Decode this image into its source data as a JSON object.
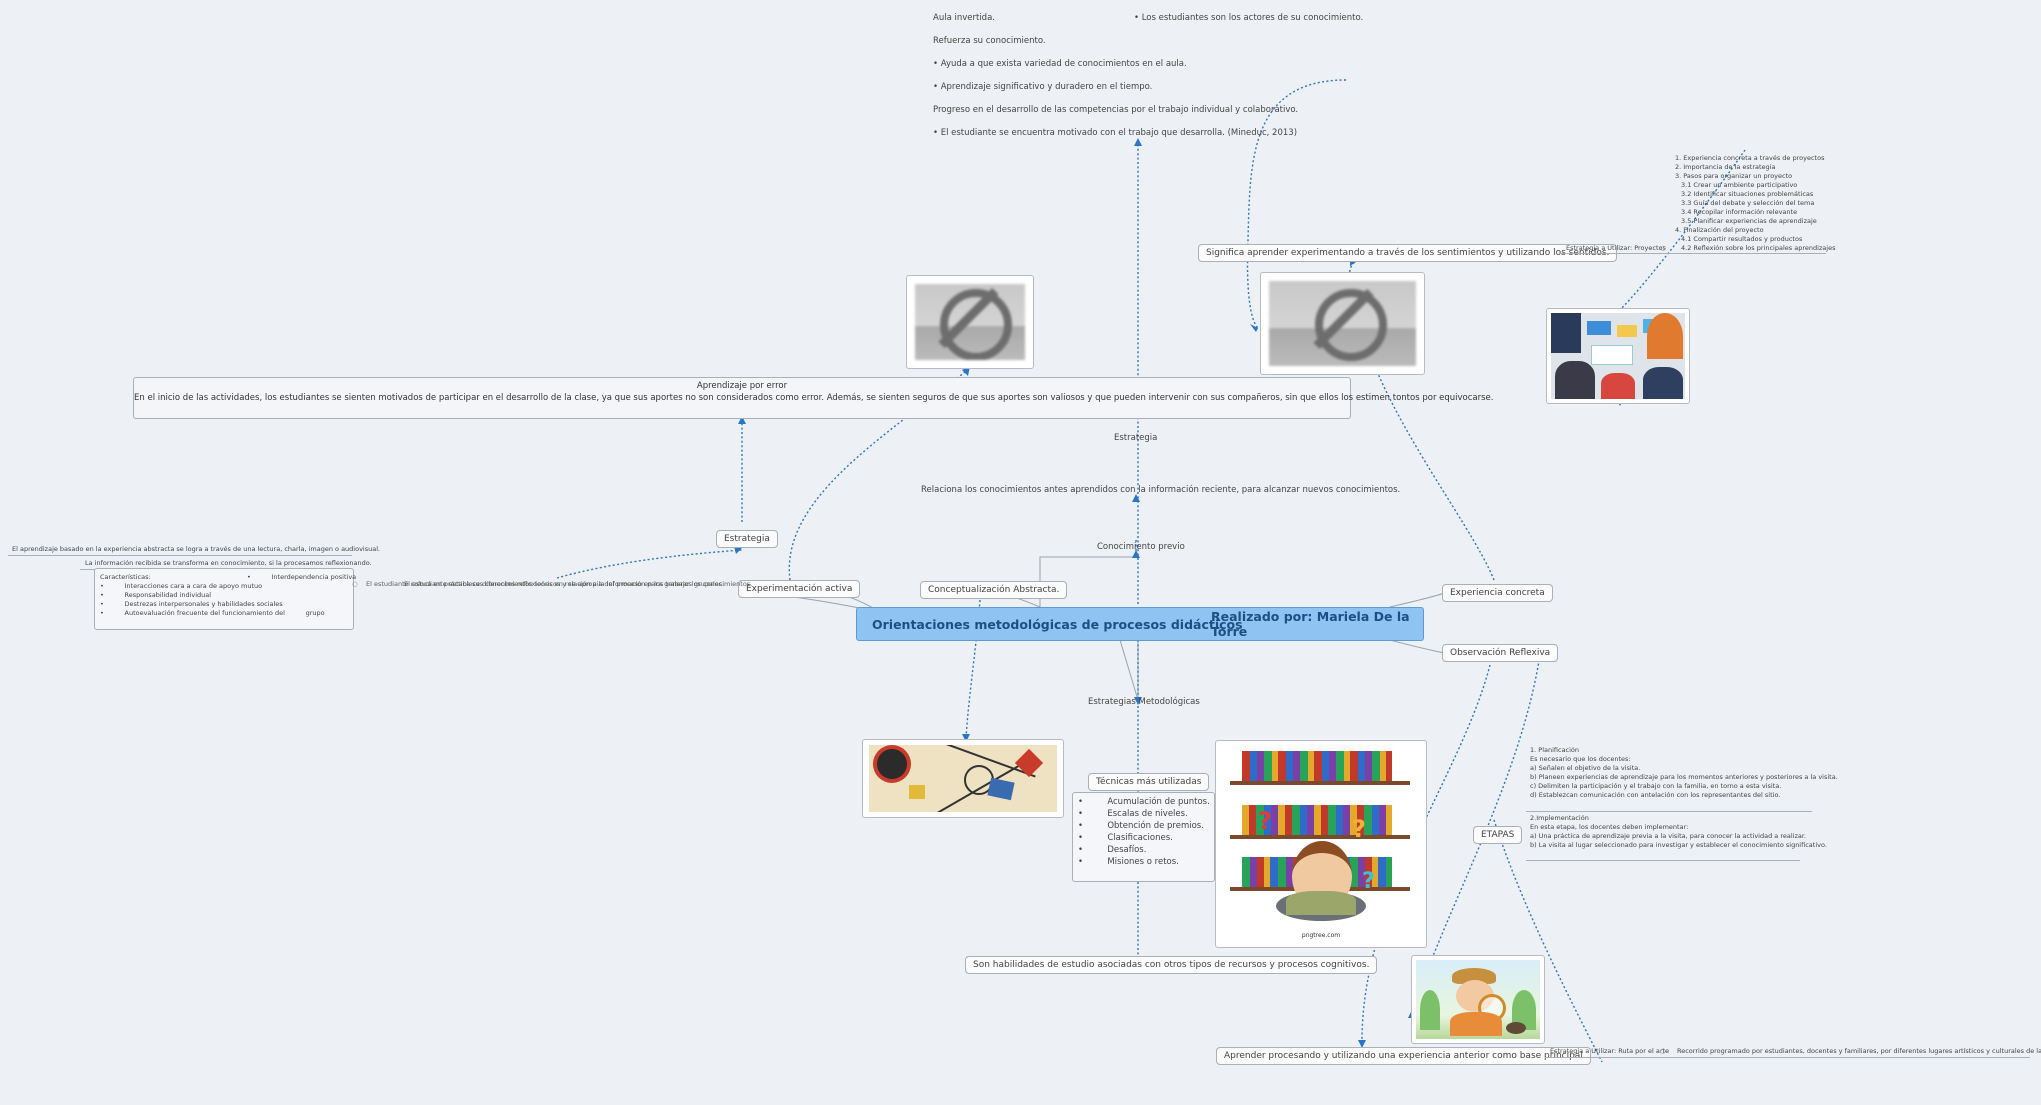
{
  "central": {
    "title": "Orientaciones metodológicas de procesos didácticos",
    "author": "Realizado por: Mariela De la Torre"
  },
  "aula": {
    "line1": "Aula invertida.",
    "line1b": "• Los estudiantes son los actores de su conocimiento.",
    "line2": "Refuerza su conocimiento.",
    "line3": "• Ayuda a que exista variedad de conocimientos en el aula.",
    "line4": "• Aprendizaje significativo y duradero en el tiempo.",
    "line5": "Progreso en el desarrollo de las competencias por el trabajo individual y colaborativo.",
    "line6": "• El estudiante se encuentra motivado con el trabajo que desarrolla. (Mineduc, 2013)"
  },
  "top_branch": {
    "estrategia": "Estrategia",
    "relaciona": "Relaciona los conocimientos antes aprendidos con la información reciente, para alcanzar nuevos conocimientos.",
    "conocimiento_previo": "Conocimiento previo"
  },
  "error_box": {
    "title": "Aprendizaje por error",
    "body": "En el inicio de las actividades, los estudiantes se sienten motivados de participar en el desarrollo de la clase, ya que sus aportes no son considerados como error. Además, se sienten seguros de que sus aportes son valiosos y que pueden intervenir con sus compañeros, sin que ellos los estimen tontos por equivocarse."
  },
  "left_branch": {
    "experimentacion": "Experimentación activa",
    "estrategia": "Estrategia",
    "conceptualizacion": "Conceptualización Abstracta.",
    "abstracta_text": "El aprendizaje basado en la experiencia abstracta se logra a través de una lectura, charla, imagen o audiovisual.",
    "informacion_text": "La información recibida se transforma en conocimiento, si la procesamos reflexionando.",
    "caracteristicas": "Características:",
    "interdependencia": "Interdependencia positiva",
    "bullets": [
      "Interacciones cara a cara de apoyo mutuo",
      "Responsabilidad individual",
      "Destrezas interpersonales y habilidades sociales",
      "Autoevaluación frecuente del funcionamiento del"
    ],
    "grupo": "grupo",
    "overlap_a": "El estudiante coloca en práctica sus conocimientos teóricos y se apropia del proceso en los trabajos grupales.",
    "overlap_b": "El estudiante establece diferentes reflexiones en relación a la información para generar los conocimientos."
  },
  "bottom_branch": {
    "estrategias": "Estrategias Metodológicas",
    "tecnicas": "Técnicas más utilizadas",
    "items": [
      "Acumulación de puntos.",
      "Escalas de niveles.",
      "Obtención de premios.",
      "Clasificaciones.",
      "Desafíos.",
      "Misiones o retos."
    ],
    "habilidades": "Son habilidades de estudio asociadas con otros tipos de recursos y procesos cognitivos.",
    "pngtree": "pngtree.com"
  },
  "right_branch": {
    "experiencia": "Experiencia concreta",
    "significa": "Significa aprender experimentando a través de los sentimientos y utilizando los sentidos.",
    "estrategia_proyectos": "Estrategia a Utilizar: Proyectos",
    "proyectos_list": [
      "1. Experiencia concreta a través de proyectos",
      "2. Importancia de la estrategia",
      "3. Pasos para organizar un proyecto",
      "3.1 Crear un ambiente participativo",
      "3.2 Identificar situaciones problemáticas",
      "3.3 Guía del debate y selección del tema",
      "3.4 Recopilar información relevante",
      "3.5 Planificar experiencias de aprendizaje",
      "4. Finalización del proyecto",
      "4.1 Compartir resultados y productos",
      "4.2 Reflexión sobre los principales aprendizajes"
    ],
    "observacion": "Observación Reflexiva",
    "etapas": "ETAPAS",
    "planificacion": [
      "1.          Planificación",
      "Es necesario que los docentes:",
      "a) Señalen el objetivo de la visita.",
      "b) Planeen experiencias de aprendizaje para los momentos anteriores y posteriores a la visita.",
      "c) Delimiten la participación y el trabajo con la familia, en torno a esta visita.",
      "d) Establezcan comunicación con antelación con los representantes del sitio."
    ],
    "implementacion": [
      "2.Implementación",
      "En esta etapa, los docentes deben implementar:",
      "a) Una práctica de aprendizaje previa a la visita, para conocer la actividad a realizar.",
      "b) La visita al lugar seleccionado para investigar y establecer el conocimiento significativo."
    ],
    "aprender": "Aprender procesando y utilizando una experiencia anterior como base principal",
    "estrategia_ruta": "Estrategia a Utilizar: Ruta por el arte",
    "recorrido": "Recorrido programado por estudiantes, docentes y familiares, por diferentes lugares artísticos y culturales de la ciudad"
  },
  "colors": {
    "background": "#edf0f4",
    "central_fill": "#8fc4f2",
    "central_text": "#1d4e85",
    "link": "#2a74c9"
  }
}
